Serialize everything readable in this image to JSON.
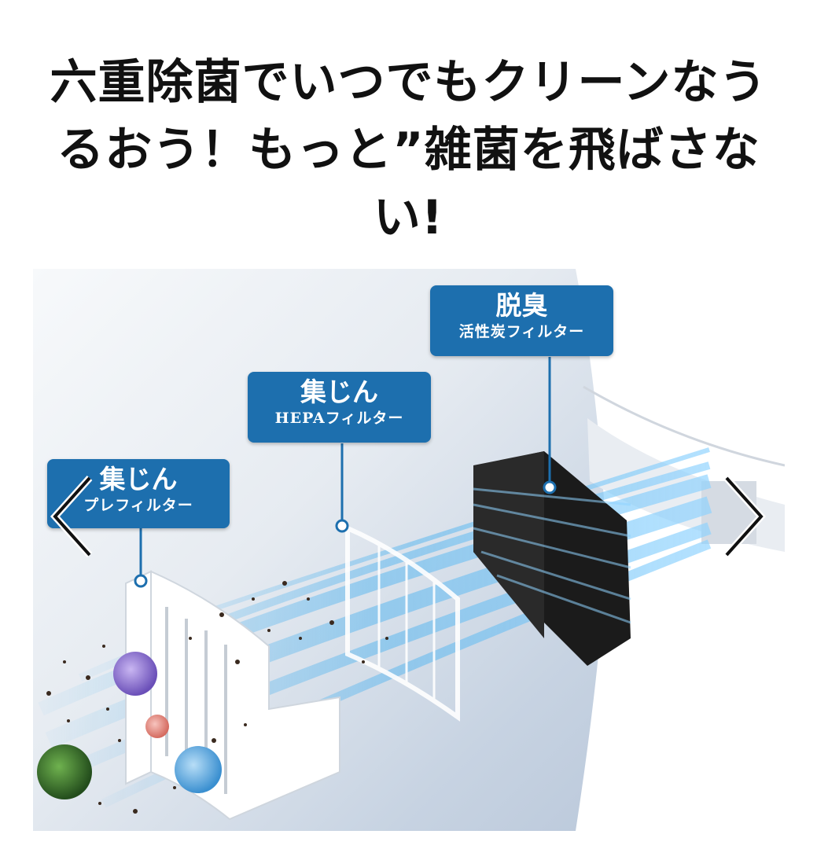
{
  "headline": {
    "line1": "六重除菌でいつでもクリーンなう",
    "line2": "るおう！もっと”雑菌を飛ばさな",
    "line3": "い!"
  },
  "carousel": {
    "labels": [
      {
        "title": "集じん",
        "subtitle": "プレフィルター"
      },
      {
        "title": "集じん",
        "subtitle": "HEPAフィルター"
      },
      {
        "title": "脱臭",
        "subtitle": "活性炭フィルター"
      }
    ],
    "prev_icon": "chevron-left-icon",
    "next_icon": "chevron-right-icon"
  },
  "colors": {
    "label_bg": "#1d6fae",
    "airflow": "#4fb3ef",
    "carbon": "#1b1b1b"
  }
}
